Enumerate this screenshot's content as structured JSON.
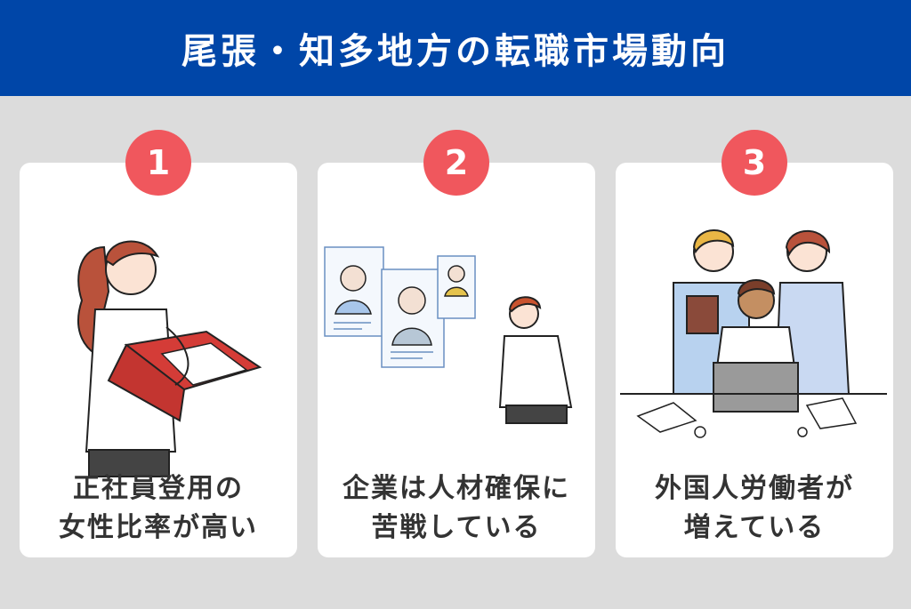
{
  "header": {
    "title": "尾張・知多地方の転職市場動向"
  },
  "colors": {
    "header_bg": "#0046a8",
    "badge": "#f0575d",
    "page_bg": "#dcdcdc",
    "card_bg": "#ffffff"
  },
  "cards": [
    {
      "number": "1",
      "line1": "正社員登用の",
      "line2": "女性比率が高い",
      "icon": "woman-reading-binder-illustration"
    },
    {
      "number": "2",
      "line1": "企業は人材確保に",
      "line2": "苦戦している",
      "icon": "man-reviewing-profiles-illustration"
    },
    {
      "number": "3",
      "line1": "外国人労働者が",
      "line2": "増えている",
      "icon": "team-at-laptop-illustration"
    }
  ]
}
